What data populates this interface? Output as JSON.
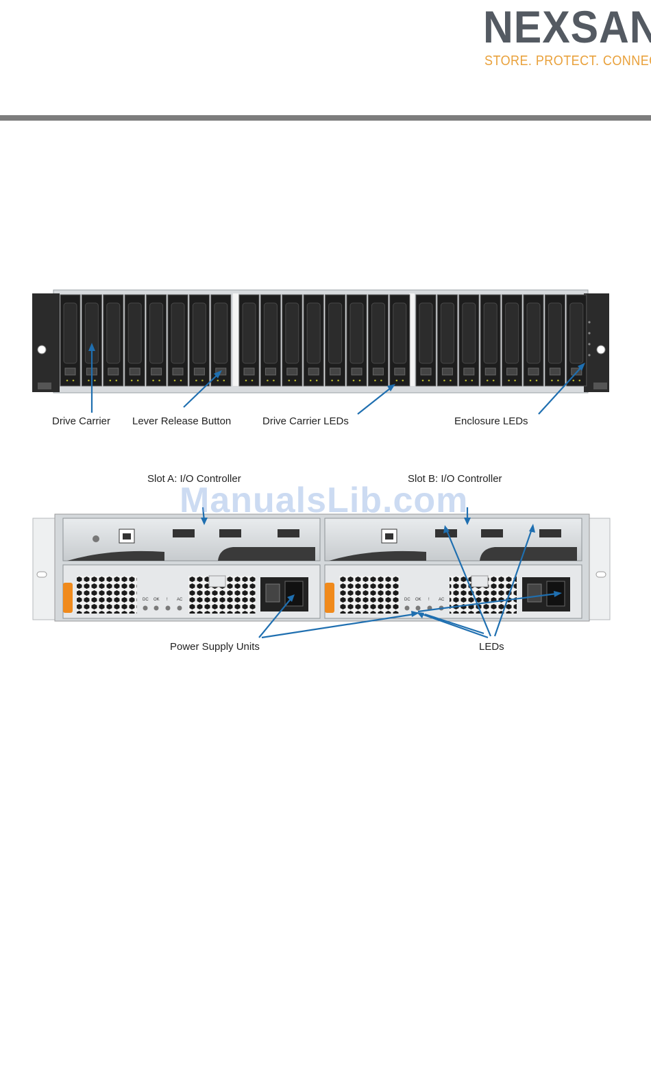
{
  "logo": {
    "word": "NEXSAN",
    "tagline": "STORE. PROTECT. CONNECT"
  },
  "front_view": {
    "labels": {
      "drive_carrier": "Drive Carrier",
      "lever_release_button": "Lever Release Button",
      "drive_carrier_leds": "Drive Carrier LEDs",
      "enclosure_leds": "Enclosure LEDs"
    }
  },
  "rear_view": {
    "labels": {
      "slot_a": "Slot A: I/O Controller",
      "slot_b": "Slot B: I/O Controller",
      "power_supply_units": "Power Supply Units",
      "leds": "LEDs"
    },
    "psu_markings": {
      "dc": "DC",
      "ok": "OK",
      "fault": "!",
      "ac": "AC"
    }
  },
  "watermark": "ManualsLib.com",
  "colors": {
    "brand_gray": "#545a62",
    "brand_orange": "#e9a13b",
    "callout_blue": "#1f6fb0",
    "handle_orange": "#f08a1c"
  }
}
